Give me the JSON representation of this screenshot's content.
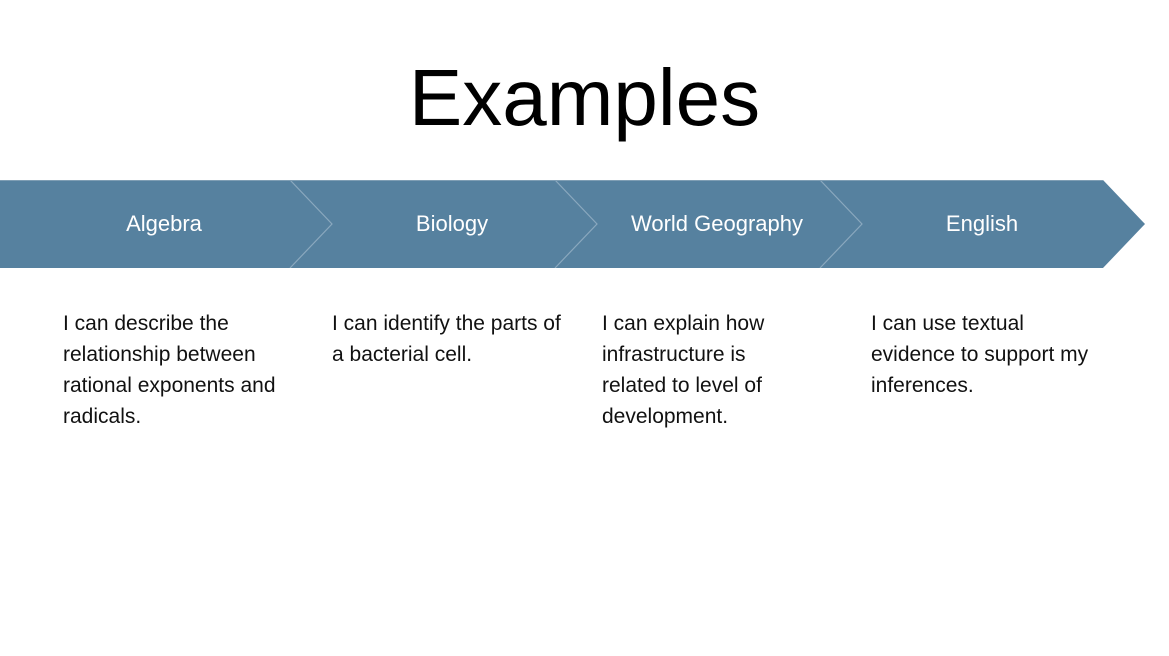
{
  "title": "Examples",
  "colors": {
    "chevron_fill": "#56819F",
    "chevron_divider": "#8AA8BE",
    "chevron_text": "#FFFFFF"
  },
  "steps": [
    {
      "label": "Algebra",
      "description": "I can describe the relationship between rational exponents and radicals."
    },
    {
      "label": "Biology",
      "description": "I can identify the parts of a bacterial cell."
    },
    {
      "label": "World Geography",
      "description": "I can explain how infrastructure is related to level of development."
    },
    {
      "label": "English",
      "description": "I can use textual evidence to support my inferences."
    }
  ]
}
